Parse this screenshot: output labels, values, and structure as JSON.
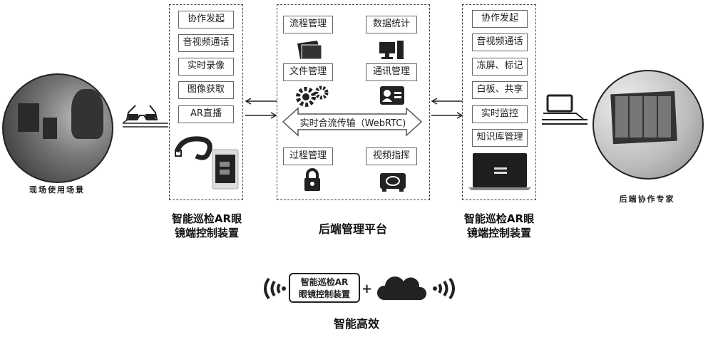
{
  "left_scene": {
    "caption": "现场使用场景"
  },
  "left_device": {
    "items": [
      "协作发起",
      "音视频通话",
      "实时录像",
      "图像获取",
      "AR直播"
    ],
    "caption_line1": "智能巡检AR眼",
    "caption_line2": "镜端控制装置"
  },
  "platform": {
    "items": [
      "流程管理",
      "数据统计",
      "文件管理",
      "通讯管理",
      "过程管理",
      "视频指挥"
    ],
    "transport": "实时合流传输（WebRTC)",
    "caption": "后端管理平台"
  },
  "right_device": {
    "items": [
      "协作发起",
      "音视频通话",
      "冻屏、标记",
      "白板、共享",
      "实时监控",
      "知识库管理"
    ],
    "caption_line1": "智能巡检AR眼",
    "caption_line2": "镜端控制装置"
  },
  "right_scene": {
    "caption": "后端协作专家"
  },
  "bottom": {
    "box_line1": "智能巡检AR",
    "box_line2": "眼镜控制装置",
    "plus": "+",
    "caption": "智能高效"
  }
}
